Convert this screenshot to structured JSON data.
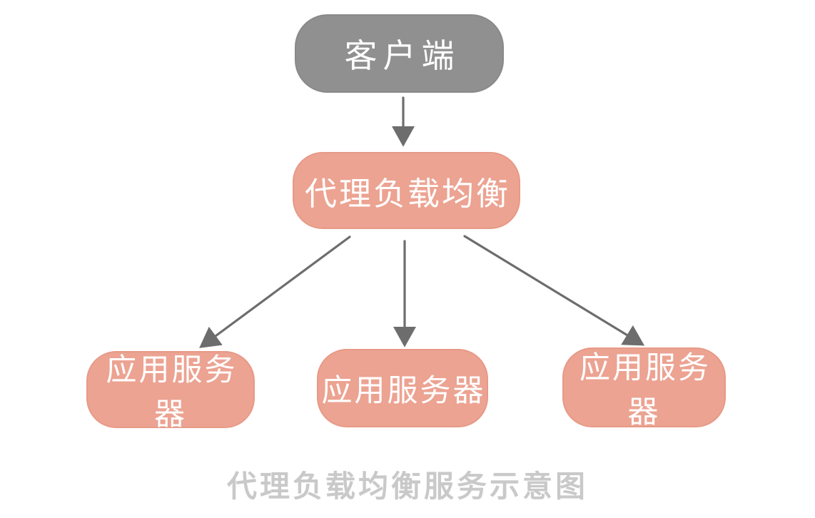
{
  "diagram": {
    "title": "代理负载均衡服务示意图",
    "nodes": {
      "client": {
        "label": "客户端"
      },
      "proxy": {
        "label": "代理负载均衡"
      },
      "server1": {
        "label": "应用服务器"
      },
      "server2": {
        "label": "应用服务器"
      },
      "server3": {
        "label": "应用服务器"
      }
    },
    "edges": [
      {
        "from": "client",
        "to": "proxy"
      },
      {
        "from": "proxy",
        "to": "server1"
      },
      {
        "from": "proxy",
        "to": "server2"
      },
      {
        "from": "proxy",
        "to": "server3"
      }
    ],
    "colors": {
      "client_fill": "#909090",
      "server_fill": "#eca392",
      "arrow": "#6d6d6d",
      "label_text": "#ffffff",
      "caption_text": "#c9c9c9",
      "background": "#ffffff"
    }
  }
}
